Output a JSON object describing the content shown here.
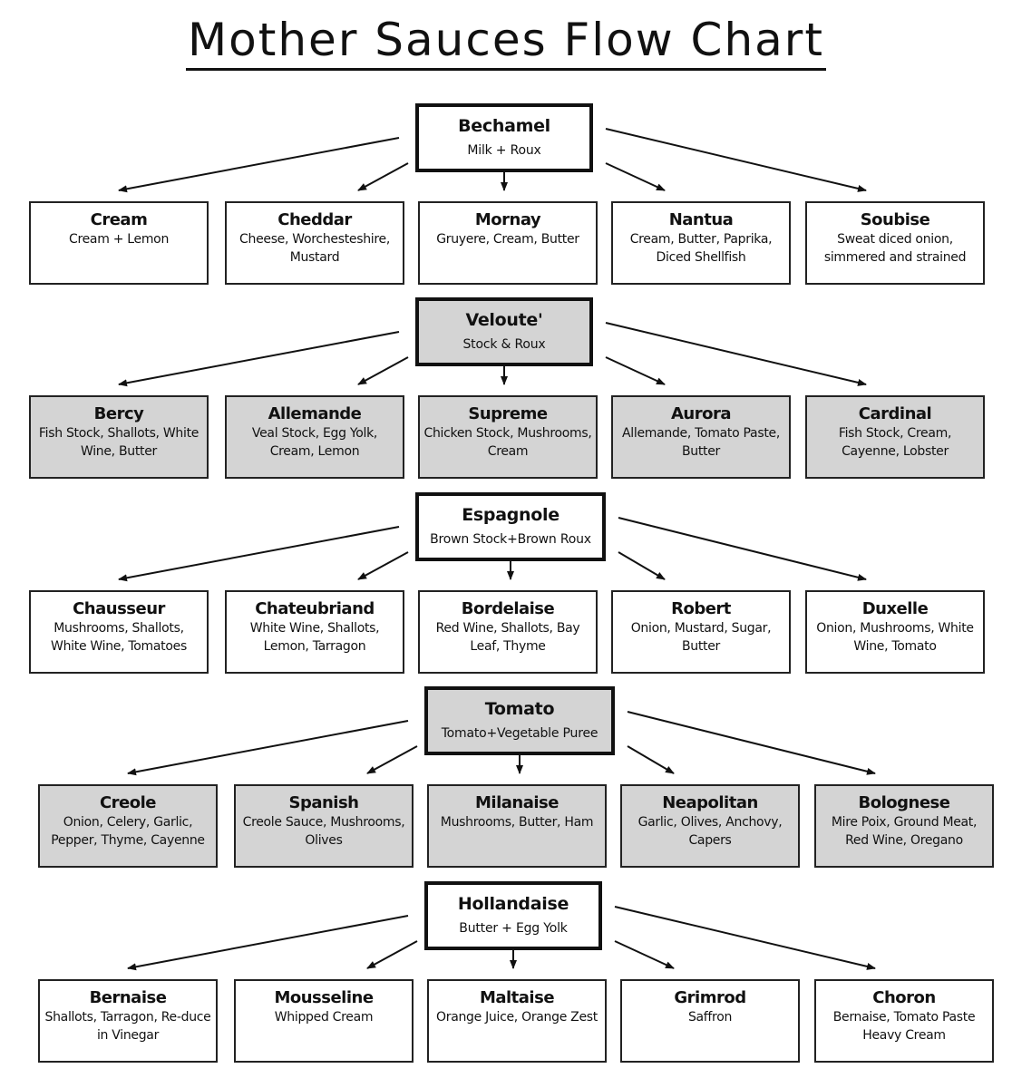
{
  "title": "Mother Sauces Flow Chart",
  "colors": {
    "shaded": "#d4d4d4",
    "plain": "#ffffff",
    "line": "#111111"
  },
  "sauces": [
    {
      "name": "Bechamel",
      "desc": "Milk + Roux",
      "shade": "white",
      "children": [
        {
          "name": "Cream",
          "desc": "Cream + Lemon"
        },
        {
          "name": "Cheddar",
          "desc": "Cheese, Worchesteshire, Mustard"
        },
        {
          "name": "Mornay",
          "desc": "Gruyere, Cream, Butter"
        },
        {
          "name": "Nantua",
          "desc": "Cream, Butter, Paprika, Diced Shellfish"
        },
        {
          "name": "Soubise",
          "desc": "Sweat diced onion, simmered and strained"
        }
      ]
    },
    {
      "name": "Veloute'",
      "desc": "Stock & Roux",
      "shade": "gray",
      "children": [
        {
          "name": "Bercy",
          "desc": "Fish Stock, Shallots, White Wine, Butter"
        },
        {
          "name": "Allemande",
          "desc": "Veal Stock, Egg Yolk, Cream, Lemon"
        },
        {
          "name": "Supreme",
          "desc": "Chicken Stock, Mushrooms, Cream"
        },
        {
          "name": "Aurora",
          "desc": "Allemande, Tomato Paste, Butter"
        },
        {
          "name": "Cardinal",
          "desc": "Fish Stock, Cream, Cayenne, Lobster"
        }
      ]
    },
    {
      "name": "Espagnole",
      "desc": "Brown Stock+Brown Roux",
      "shade": "white",
      "children": [
        {
          "name": "Chausseur",
          "desc": "Mushrooms, Shallots, White Wine, Tomatoes"
        },
        {
          "name": "Chateubriand",
          "desc": "White Wine, Shallots, Lemon, Tarragon"
        },
        {
          "name": "Bordelaise",
          "desc": "Red Wine, Shallots, Bay Leaf, Thyme"
        },
        {
          "name": "Robert",
          "desc": "Onion, Mustard, Sugar, Butter"
        },
        {
          "name": "Duxelle",
          "desc": "Onion, Mushrooms, White Wine, Tomato"
        }
      ]
    },
    {
      "name": "Tomato",
      "desc": "Tomato+Vegetable Puree",
      "shade": "gray",
      "children": [
        {
          "name": "Creole",
          "desc": "Onion, Celery, Garlic, Pepper, Thyme, Cayenne"
        },
        {
          "name": "Spanish",
          "desc": "Creole Sauce, Mushrooms, Olives"
        },
        {
          "name": "Milanaise",
          "desc": "Mushrooms, Butter, Ham"
        },
        {
          "name": "Neapolitan",
          "desc": "Garlic, Olives, Anchovy, Capers"
        },
        {
          "name": "Bolognese",
          "desc": "Mire Poix, Ground Meat, Red Wine, Oregano"
        }
      ]
    },
    {
      "name": "Hollandaise",
      "desc": "Butter + Egg Yolk",
      "shade": "white",
      "children": [
        {
          "name": "Bernaise",
          "desc": "Shallots, Tarragon, Re-duce in Vinegar"
        },
        {
          "name": "Mousseline",
          "desc": "Whipped Cream"
        },
        {
          "name": "Maltaise",
          "desc": "Orange Juice, Orange Zest"
        },
        {
          "name": "Grimrod",
          "desc": "Saffron"
        },
        {
          "name": "Choron",
          "desc": "Bernaise, Tomato Paste Heavy Cream"
        }
      ]
    }
  ]
}
